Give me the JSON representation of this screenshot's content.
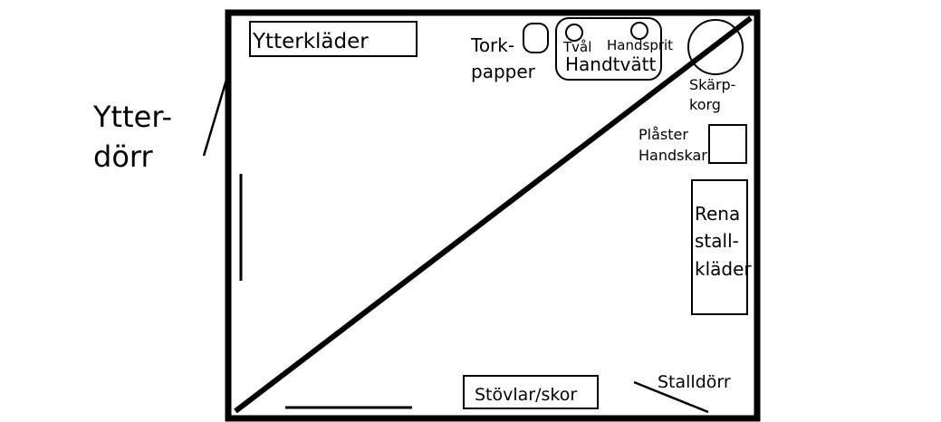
{
  "labels": {
    "outer_door": [
      "Ytter-",
      "dörr"
    ],
    "outer_clothes": "Ytterkläder",
    "paper_towels": [
      "Tork-",
      "papper"
    ],
    "soap": "Tvål",
    "hand_sanitizer": "Handsprit",
    "hand_wash": "Handtvätt",
    "sharps_bin": [
      "Skärp-",
      "korg"
    ],
    "first_aid": [
      "Plåster",
      "Handskar"
    ],
    "clean_clothes": [
      "Rena",
      "stall-",
      "kläder"
    ],
    "boots": "Stövlar/skor",
    "stable_door": "Stalldörr"
  }
}
